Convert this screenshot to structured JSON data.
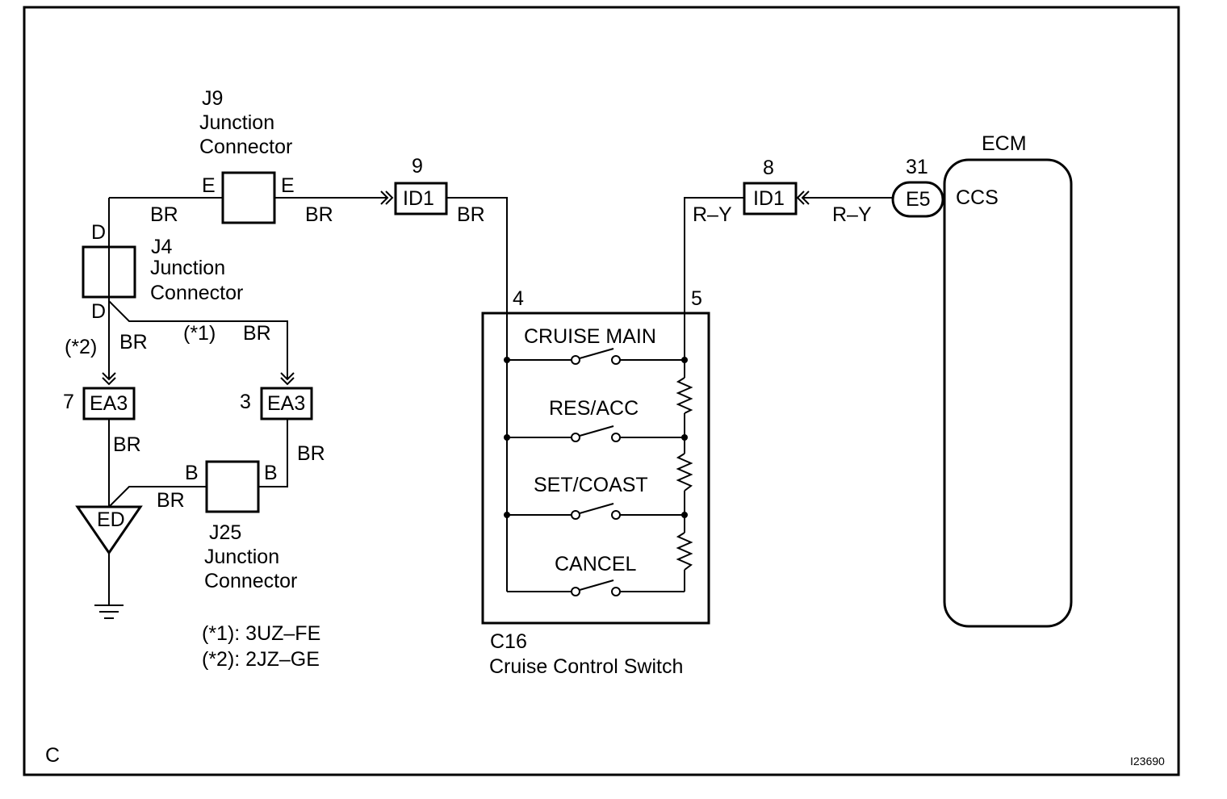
{
  "corner_label": "C",
  "figure_code": "I23690",
  "j9": {
    "name": "J9",
    "line1": "Junction",
    "line2": "Connector",
    "pin_left": "E",
    "pin_right": "E"
  },
  "j4": {
    "name": "J4",
    "line1": "Junction",
    "line2": "Connector",
    "pin_top": "D",
    "pin_bottom": "D"
  },
  "j25": {
    "name": "J25",
    "line1": "Junction",
    "line2": "Connector",
    "pin_left": "B",
    "pin_right": "B"
  },
  "id1_left": {
    "name": "ID1",
    "pin": "9"
  },
  "id1_right": {
    "name": "ID1",
    "pin": "8"
  },
  "ea3_left": {
    "name": "EA3",
    "pin": "7"
  },
  "ea3_right": {
    "name": "EA3",
    "pin": "3"
  },
  "e5": {
    "name": "E5",
    "pin": "31"
  },
  "ground": {
    "name": "ED"
  },
  "ecm": {
    "name": "ECM",
    "terminal": "CCS"
  },
  "switch": {
    "code": "C16",
    "name": "Cruise Control Switch",
    "pin_left": "4",
    "pin_right": "5",
    "positions": [
      "CRUISE MAIN",
      "RES/ACC",
      "SET/COAST",
      "CANCEL"
    ]
  },
  "variants": {
    "v1": "(*1)",
    "v2": "(*2)"
  },
  "wires": {
    "w_j4_top": "BR",
    "w_j9_out": "BR",
    "w_id1_out": "BR",
    "w_j4_down": "BR",
    "w_j4_branch": "BR",
    "w_ea3_left": "BR",
    "w_ea3_right": "BR",
    "w_j25": "BR",
    "w_sw5": "R–Y",
    "w_e5": "R–Y"
  },
  "notes": [
    "(*1): 3UZ–FE",
    "(*2): 2JZ–GE"
  ]
}
